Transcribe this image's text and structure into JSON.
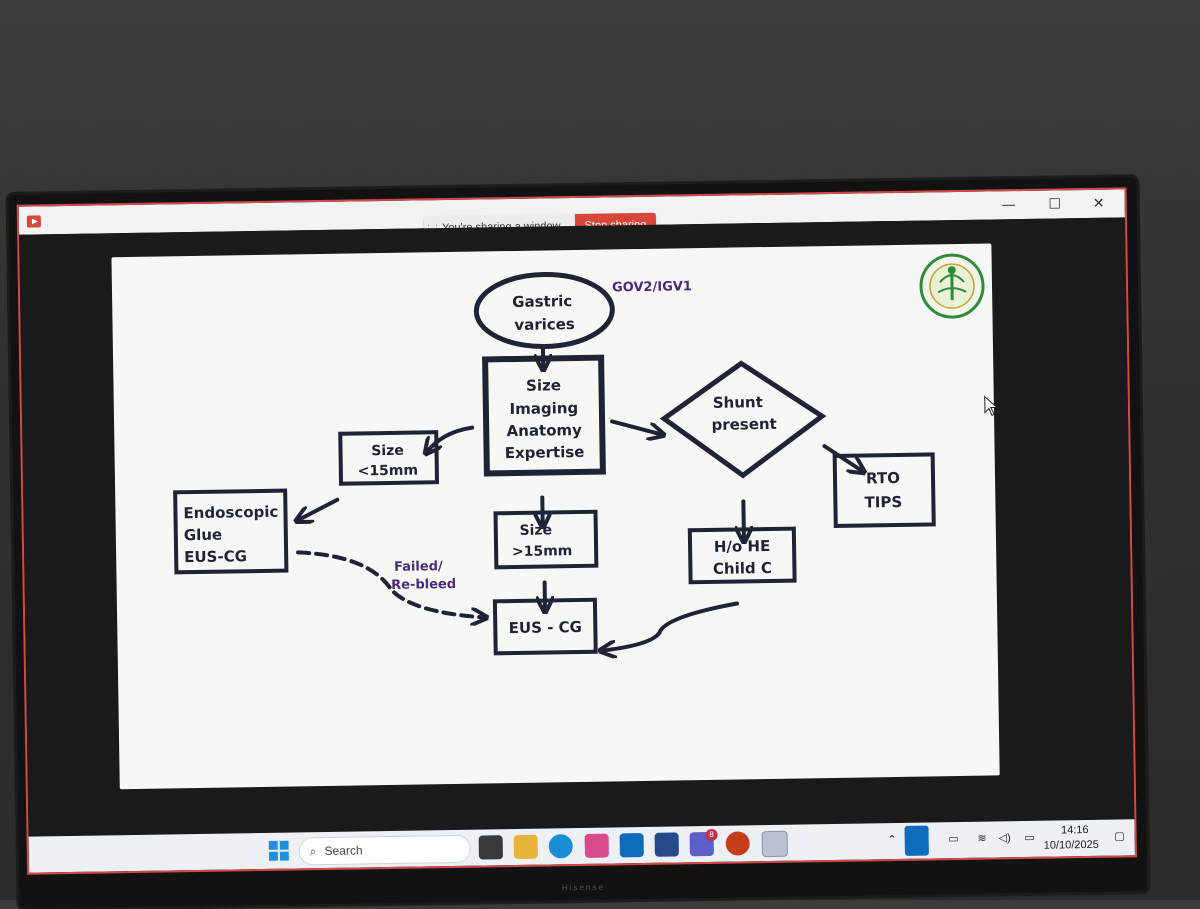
{
  "window": {
    "minimize_label": "—",
    "maximize_label": "☐",
    "close_label": "✕"
  },
  "share_bar": {
    "status_text": "You're sharing a window",
    "stop_label": "Stop sharing"
  },
  "slide": {
    "tag_label": "GOV2/IGV1",
    "nodes": {
      "start": [
        "Gastric",
        "varices"
      ],
      "assess": [
        "Size",
        "Imaging",
        "Anatomy",
        "Expertise"
      ],
      "small": [
        "Size",
        "<15mm"
      ],
      "glue": [
        "Endoscopic",
        "Glue",
        "EUS-CG"
      ],
      "large": [
        "Size",
        ">15mm"
      ],
      "eus": [
        "EUS - CG"
      ],
      "decision": [
        "Shunt",
        "present"
      ],
      "hohe": [
        "H/o HE",
        "Child C"
      ],
      "rto": [
        "RTO",
        "TIPS"
      ]
    },
    "failed_label": [
      "Failed/",
      "Re-bleed"
    ],
    "colors": {
      "ink": "#1e2336",
      "accent": "#4a2a7a",
      "logo_green": "#2f8a3a"
    }
  },
  "taskbar": {
    "search_placeholder": "Search",
    "teams_badge": "8",
    "time": "14:16",
    "date": "10/10/2025"
  },
  "monitor": {
    "brand": "Hisense"
  }
}
